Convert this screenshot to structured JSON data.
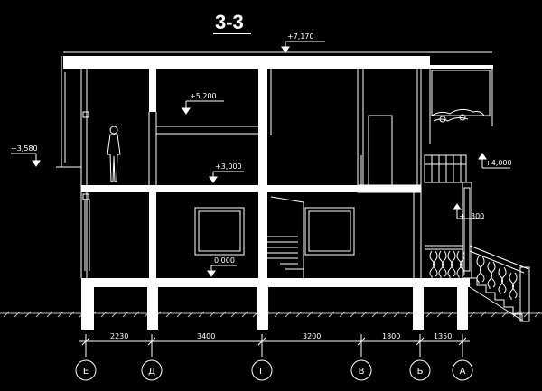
{
  "section_title": "3-3",
  "levels": {
    "roof": "+7,170",
    "upper_ceiling": "+5,200",
    "left_canopy": "+3,580",
    "second_floor": "+3,000",
    "balcony": "+4,000",
    "porch": "+",
    "porch_value": "300",
    "ground_floor": "0,000"
  },
  "dimensions": [
    "2230",
    "3400",
    "3200",
    "1800",
    "1350"
  ],
  "axes": [
    "Е",
    "Д",
    "Г",
    "В",
    "Б",
    "А"
  ],
  "colors": {
    "background": "#000000",
    "line": "#ffffff",
    "hatch": "#bfbfbf"
  }
}
